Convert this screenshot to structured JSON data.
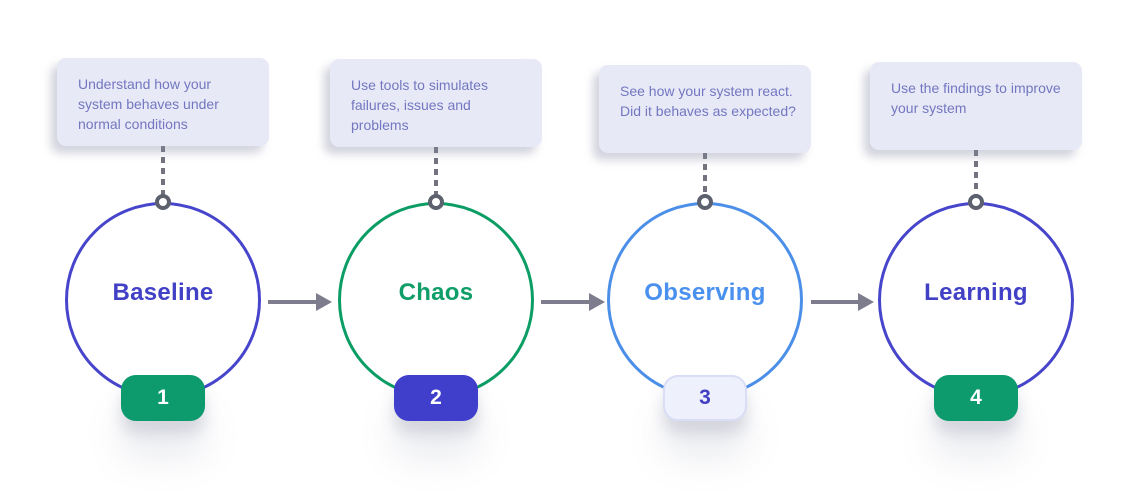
{
  "background_color": "#ffffff",
  "steps": [
    {
      "number": "1",
      "label": "Baseline",
      "tooltip": "Understand how your system behaves under normal conditions",
      "circle_color": "#4645cb",
      "label_color": "#4241c6",
      "badge": {
        "background": "#0d9b6e",
        "text_color": "#ffffff"
      }
    },
    {
      "number": "2",
      "label": "Chaos",
      "tooltip": "Use tools to simulates failures, issues and problems",
      "circle_color": "#0b9d64",
      "label_color": "#0f9d68",
      "badge": {
        "background": "#403fcb",
        "text_color": "#ffffff"
      }
    },
    {
      "number": "3",
      "label": "Observing",
      "tooltip": "See how your system react. Did it behaves as expected?",
      "circle_color": "#4b8fe9",
      "label_color": "#4a90ee",
      "badge": {
        "background": "#eef0fc",
        "text_color": "#4340c4",
        "border_color": "#d9ddf5"
      }
    },
    {
      "number": "4",
      "label": "Learning",
      "tooltip": "Use the findings to improve your system",
      "circle_color": "#4645cb",
      "label_color": "#4241c6",
      "badge": {
        "background": "#0d9b6e",
        "text_color": "#ffffff"
      }
    }
  ],
  "connectors": {
    "arrow_color": "#7d7d8e",
    "dashed_line_color": "#73737f",
    "ring_border_color": "#5d616e"
  },
  "tooltip_style": {
    "background": "#e8e9f7",
    "text_color": "#7277c0"
  }
}
